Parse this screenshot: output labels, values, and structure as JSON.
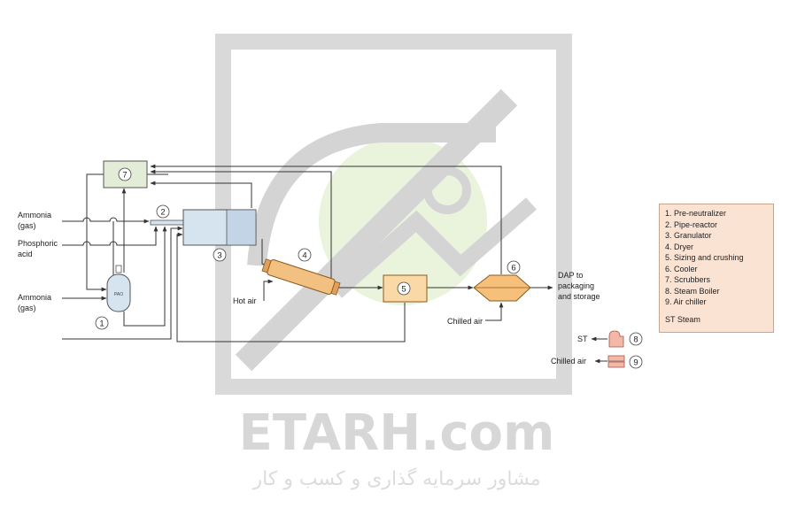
{
  "labels": {
    "ammonia_top": [
      "Ammonia",
      "(gas)"
    ],
    "phosphoric": [
      "Phosphoric",
      "acid"
    ],
    "ammonia_bottom": [
      "Ammonia",
      "(gas)"
    ],
    "hot_air": "Hot air",
    "chilled_air_cooler": "Chilled air",
    "dap_output": [
      "DAP to",
      "packaging",
      "and storage"
    ],
    "st_output": "ST",
    "chilled_air_output": "Chilled air",
    "vessel_tag": "PAO"
  },
  "unit_numbers": [
    "1",
    "2",
    "3",
    "4",
    "5",
    "6",
    "7",
    "8",
    "9"
  ],
  "legend": {
    "items": [
      "1. Pre-neutralizer",
      "2. Pipe-reactor",
      "3. Granulator",
      "4. Dryer",
      "5. Sizing and crushing",
      "6. Cooler",
      "7. Scrubbers",
      "8. Steam Boiler",
      "9. Air chiller"
    ],
    "note": "ST Steam"
  },
  "watermark": {
    "brand": "ETARH.com",
    "tagline": "مشاور سرمایه گذاری و کسب و کار"
  },
  "colors": {
    "line": "#333333",
    "scrubber_fill": "#e2ecd6",
    "granulator_fill": "#d6e4f0",
    "dryer_fill": "#f2c080",
    "sizing_fill": "#fbd9a6",
    "cooler_fill": "#f6c07a",
    "legend_fill": "#fbe3d4",
    "boiler_fill": "#f4b8a8",
    "watermark": "#d9d9d9",
    "watermark_green": "#eaf4dd"
  }
}
